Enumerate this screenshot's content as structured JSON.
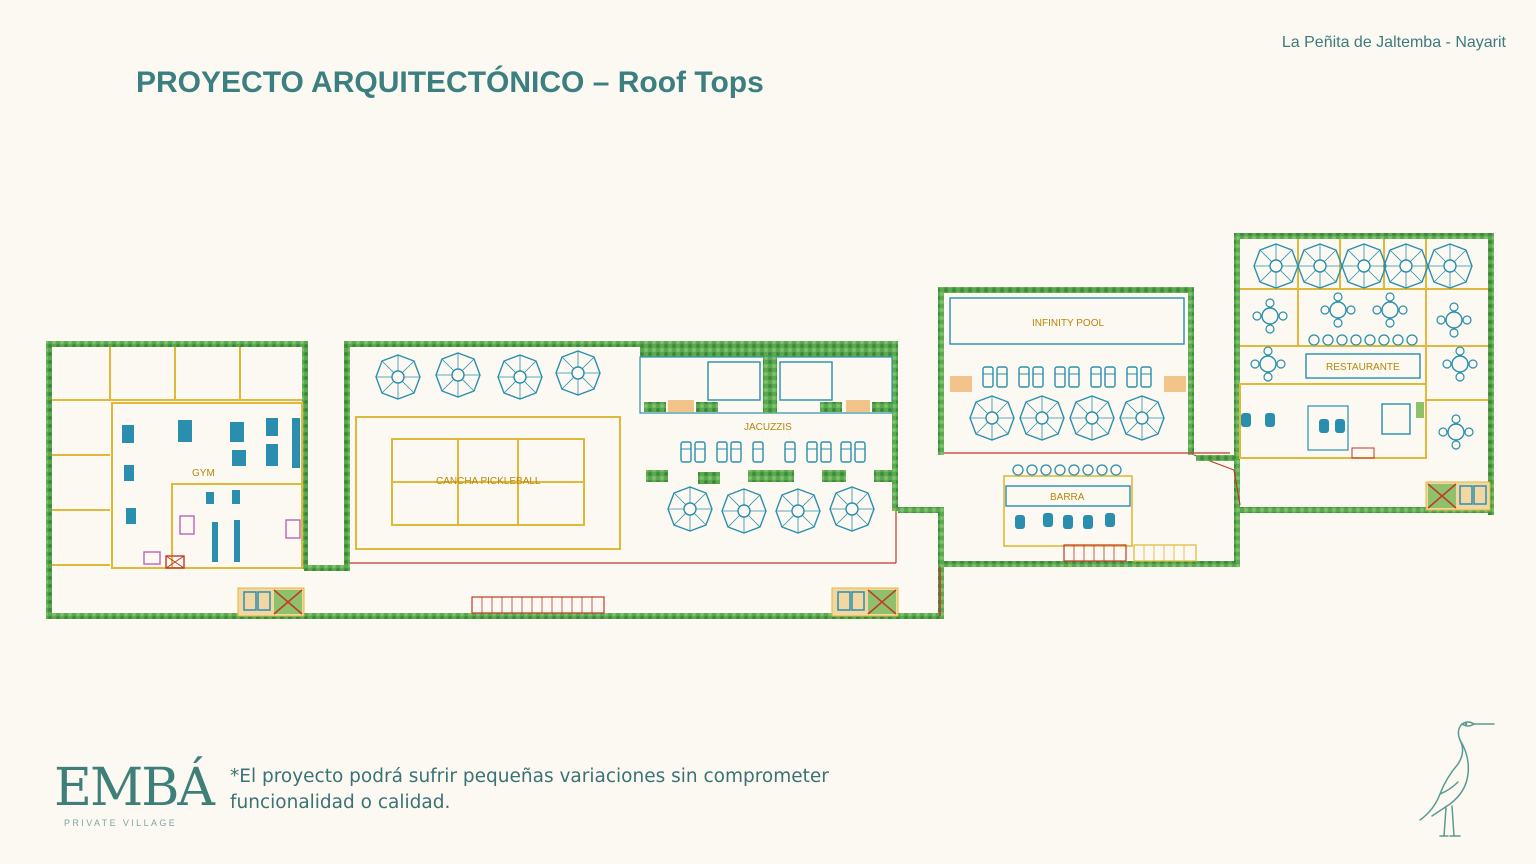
{
  "header": {
    "location": "La Peñita de Jaltemba - Nayarit",
    "title": "PROYECTO ARQUITECTÓNICO – Roof Tops"
  },
  "plan": {
    "labels": {
      "gym": "GYM",
      "pickleball": "CANCHA PICKLEBALL",
      "jacuzzis": "JACUZZIS",
      "infinity_pool": "INFINITY POOL",
      "barra": "BARRA",
      "restaurante": "RESTAURANTE"
    },
    "colors": {
      "hedge": "#4e9f4a",
      "wall": "#e0b93a",
      "furniture": "#2a8fae",
      "accent_red": "#c0392b",
      "ink": "#3c7f80"
    }
  },
  "footer": {
    "note": "*El proyecto podrá sufrir pequeñas variaciones sin comprometer funcionalidad o calidad.",
    "logo_word": "EMBÁ",
    "logo_sub": "PRIVATE VILLAGE",
    "logo_icon": "heron-icon"
  }
}
